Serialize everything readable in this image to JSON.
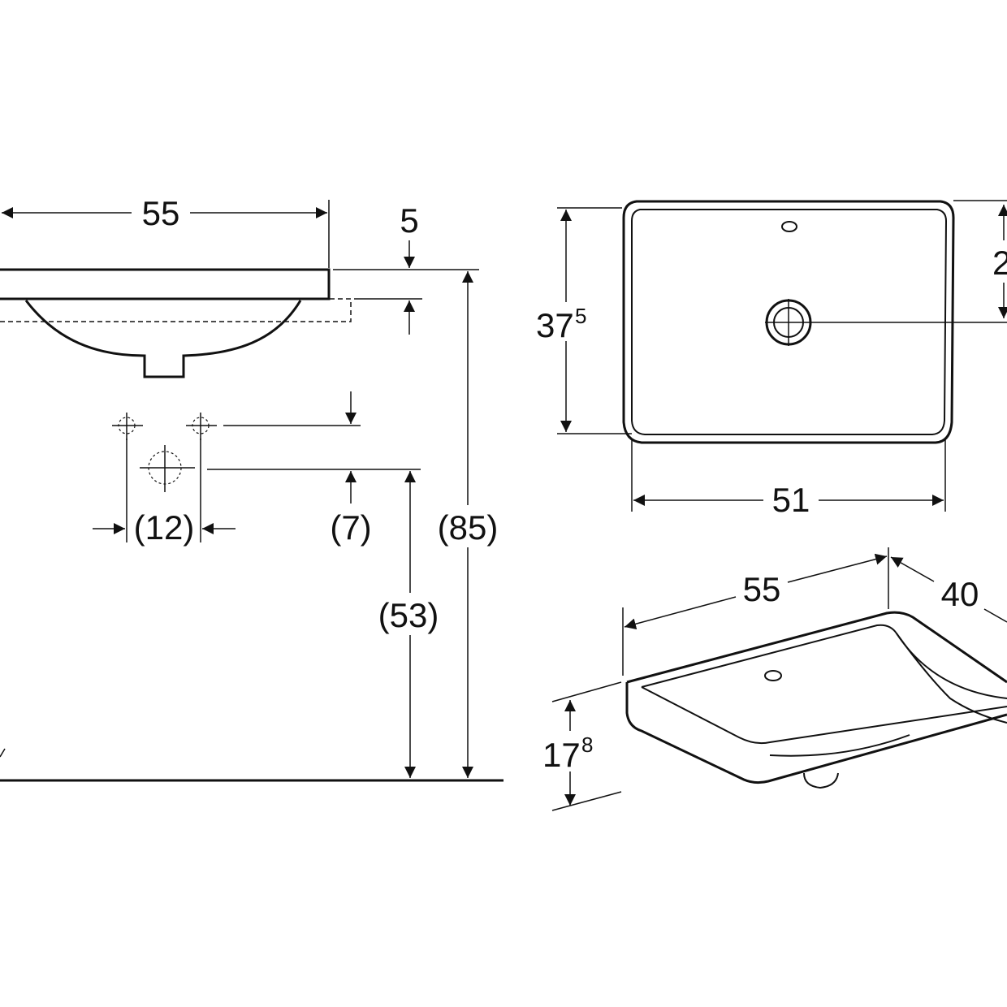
{
  "front_view": {
    "width_label": "55",
    "rim_thickness_label": "5",
    "tap_spacing_label": "(12)",
    "tap_offset_label": "(7)",
    "tap_height_label": "(53)",
    "total_height_label": "(85)"
  },
  "top_view": {
    "depth_label_main": "37",
    "depth_label_sup": "5",
    "inner_width_label": "51",
    "right_partial_label": "2"
  },
  "iso_view": {
    "width_label": "55",
    "depth_label": "40",
    "height_label_main": "17",
    "height_label_sup": "8"
  },
  "colors": {
    "ink": "#111111",
    "background": "#ffffff"
  }
}
